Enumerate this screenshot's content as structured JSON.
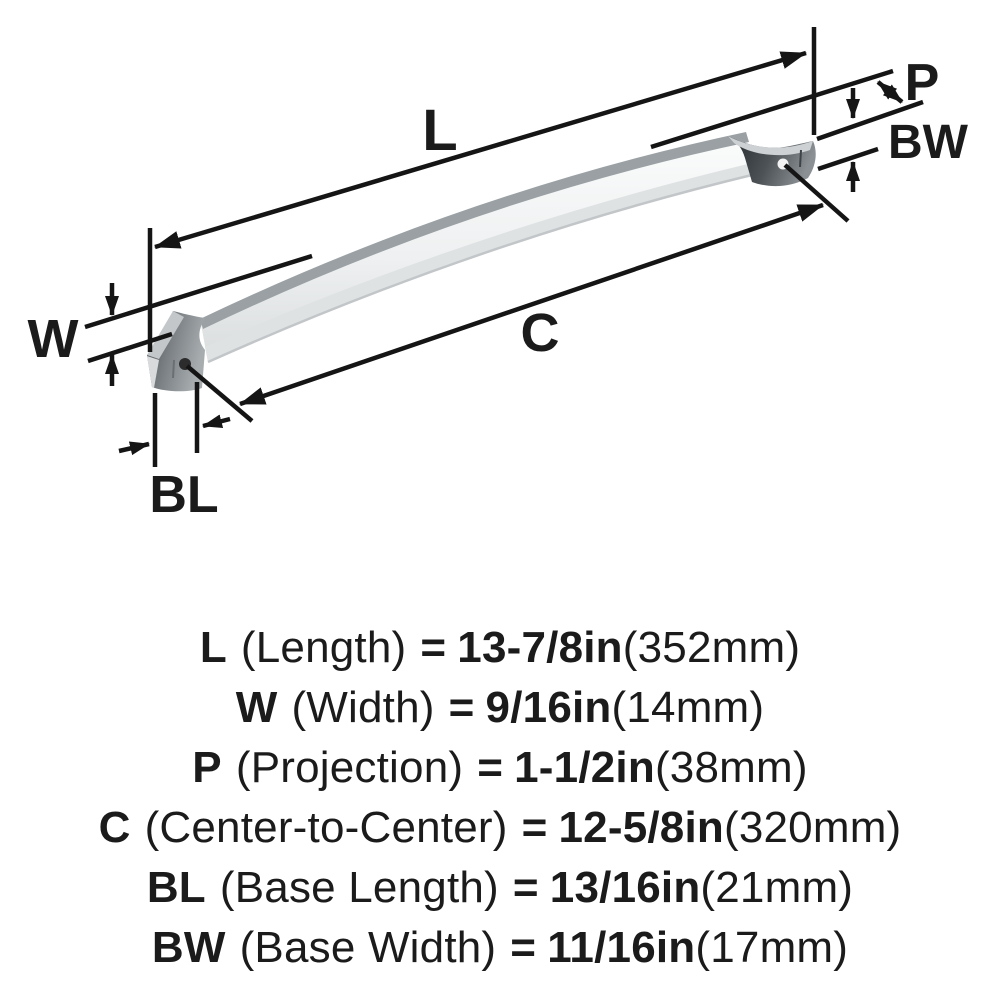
{
  "colors": {
    "ink": "#1b1b1b",
    "background": "#ffffff",
    "handle_light": "#f4f5f6",
    "handle_mid": "#9aa0a3",
    "handle_dark": "#2e3337"
  },
  "diagram": {
    "labels": {
      "length": "L",
      "width": "W",
      "projection": "P",
      "center_to_center": "C",
      "base_length": "BL",
      "base_width": "BW"
    }
  },
  "specs": {
    "rows": [
      {
        "code": "L",
        "label": "(Length)",
        "eq": "=",
        "inches": "13-7/8in",
        "mm": "(352mm)"
      },
      {
        "code": "W",
        "label": "(Width)",
        "eq": "=",
        "inches": "9/16in",
        "mm": "(14mm)"
      },
      {
        "code": "P",
        "label": "(Projection)",
        "eq": "=",
        "inches": "1-1/2in",
        "mm": "(38mm)"
      },
      {
        "code": "C",
        "label": "(Center-to-Center)",
        "eq": "=",
        "inches": "12-5/8in",
        "mm": "(320mm)"
      },
      {
        "code": "BL",
        "label": "(Base Length)",
        "eq": "=",
        "inches": "13/16in",
        "mm": "(21mm)"
      },
      {
        "code": "BW",
        "label": "(Base Width)",
        "eq": "=",
        "inches": "11/16in",
        "mm": "(17mm)"
      }
    ]
  }
}
